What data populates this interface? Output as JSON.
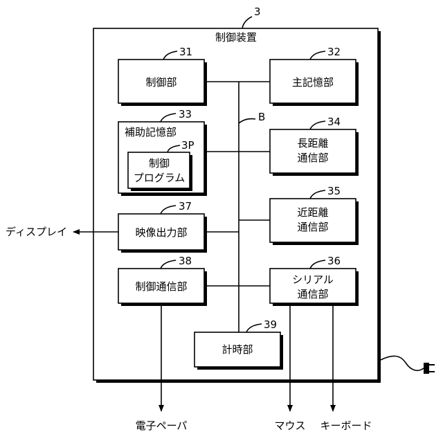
{
  "device": {
    "ref": "3",
    "title": "制御装置"
  },
  "bus": {
    "ref": "B"
  },
  "blocks": {
    "control_unit": {
      "ref": "31",
      "label": "制御部"
    },
    "main_memory": {
      "ref": "32",
      "label": "主記憶部"
    },
    "aux_memory": {
      "ref": "33",
      "label": "補助記憶部"
    },
    "control_program": {
      "ref": "3P",
      "line1": "制御",
      "line2": "プログラム"
    },
    "long_range_comm": {
      "ref": "34",
      "line1": "長距離",
      "line2": "通信部"
    },
    "short_range_comm": {
      "ref": "35",
      "line1": "近距離",
      "line2": "通信部"
    },
    "video_output": {
      "ref": "37",
      "label": "映像出力部"
    },
    "control_comm": {
      "ref": "38",
      "label": "制御通信部"
    },
    "serial_comm": {
      "ref": "36",
      "line1": "シリアル",
      "line2": "通信部"
    },
    "timer": {
      "ref": "39",
      "label": "計時部"
    }
  },
  "external": {
    "display": "ディスプレイ",
    "e_paper": "電子ペーパ",
    "mouse": "マウス",
    "keyboard": "キーボード"
  },
  "icons": {
    "power_plug": "power-plug-icon"
  }
}
